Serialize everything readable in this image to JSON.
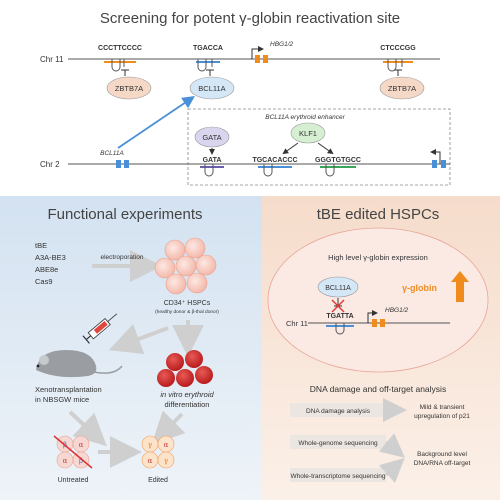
{
  "top": {
    "title": "Screening for potent γ-globin reactivation site",
    "chr11_label": "Chr 11",
    "chr2_label": "Chr 2",
    "seq_left": "CCCTTCCCC",
    "seq_mid": "TGACCA",
    "seq_right": "CTCCCGG",
    "hbg_label": "HBG1/2",
    "zbtb7a_left": "ZBTB7A",
    "zbtb7a_right": "ZBTB7A",
    "bcl11a_protein": "BCL11A",
    "bcl11a_gene": "BCL11A",
    "enhancer_label": "BCL11A erythroid enhancer",
    "gata_protein": "GATA",
    "gata_motif": "GATA",
    "klf1_protein": "KLF1",
    "motif2": "TGCACACCC",
    "motif3": "GGGTGTGCC"
  },
  "left_panel": {
    "title": "Functional experiments",
    "editors": [
      "tBE",
      "A3A-BE3",
      "ABE8e",
      "Cas9"
    ],
    "electroporation": "electroporation",
    "hspc_label": "CD34⁺ HSPCs",
    "hspc_sub": "(healthy donor & β-thal donor)",
    "xeno": [
      "Xenotransplantation",
      "in NBSGW mice"
    ],
    "invitro": [
      "in vitro erythroid",
      "differentiation"
    ],
    "untreated": "Untreated",
    "edited": "Edited"
  },
  "right_panel": {
    "title": "tBE edited HSPCs",
    "oval_title": "High level γ-globin expression",
    "bcl11a": "BCL11A",
    "gamma_globin": "γ-globin",
    "chr11": "Chr 11",
    "mutant_seq": "TGATTA",
    "hbg": "HBG1/2",
    "dna_title": "DNA damage and off-target analysis",
    "dna_damage": "DNA damage analysis",
    "wgs": "Whole-genome sequencing",
    "wts": "Whole-transcriptome sequencing",
    "result1": [
      "Mild & transient",
      "upregulation of p21"
    ],
    "result2": [
      "Background level",
      "DNA/RNA off-target"
    ]
  },
  "colors": {
    "left_bg": "#dfe9f3",
    "right_bg": "#f8e6da",
    "blue": "#4a90d9",
    "orange": "#f08c1e",
    "red": "#e03b3b",
    "zbtb7a_fill": "#f6d8c6",
    "bcl11a_fill": "#d4e7f7",
    "gata_fill": "#d9d5ef",
    "klf1_fill": "#d6efd3"
  },
  "icons": [
    "syringe-icon",
    "mouse-icon",
    "cell-icon",
    "red-blood-cell-icon",
    "up-arrow-icon"
  ]
}
